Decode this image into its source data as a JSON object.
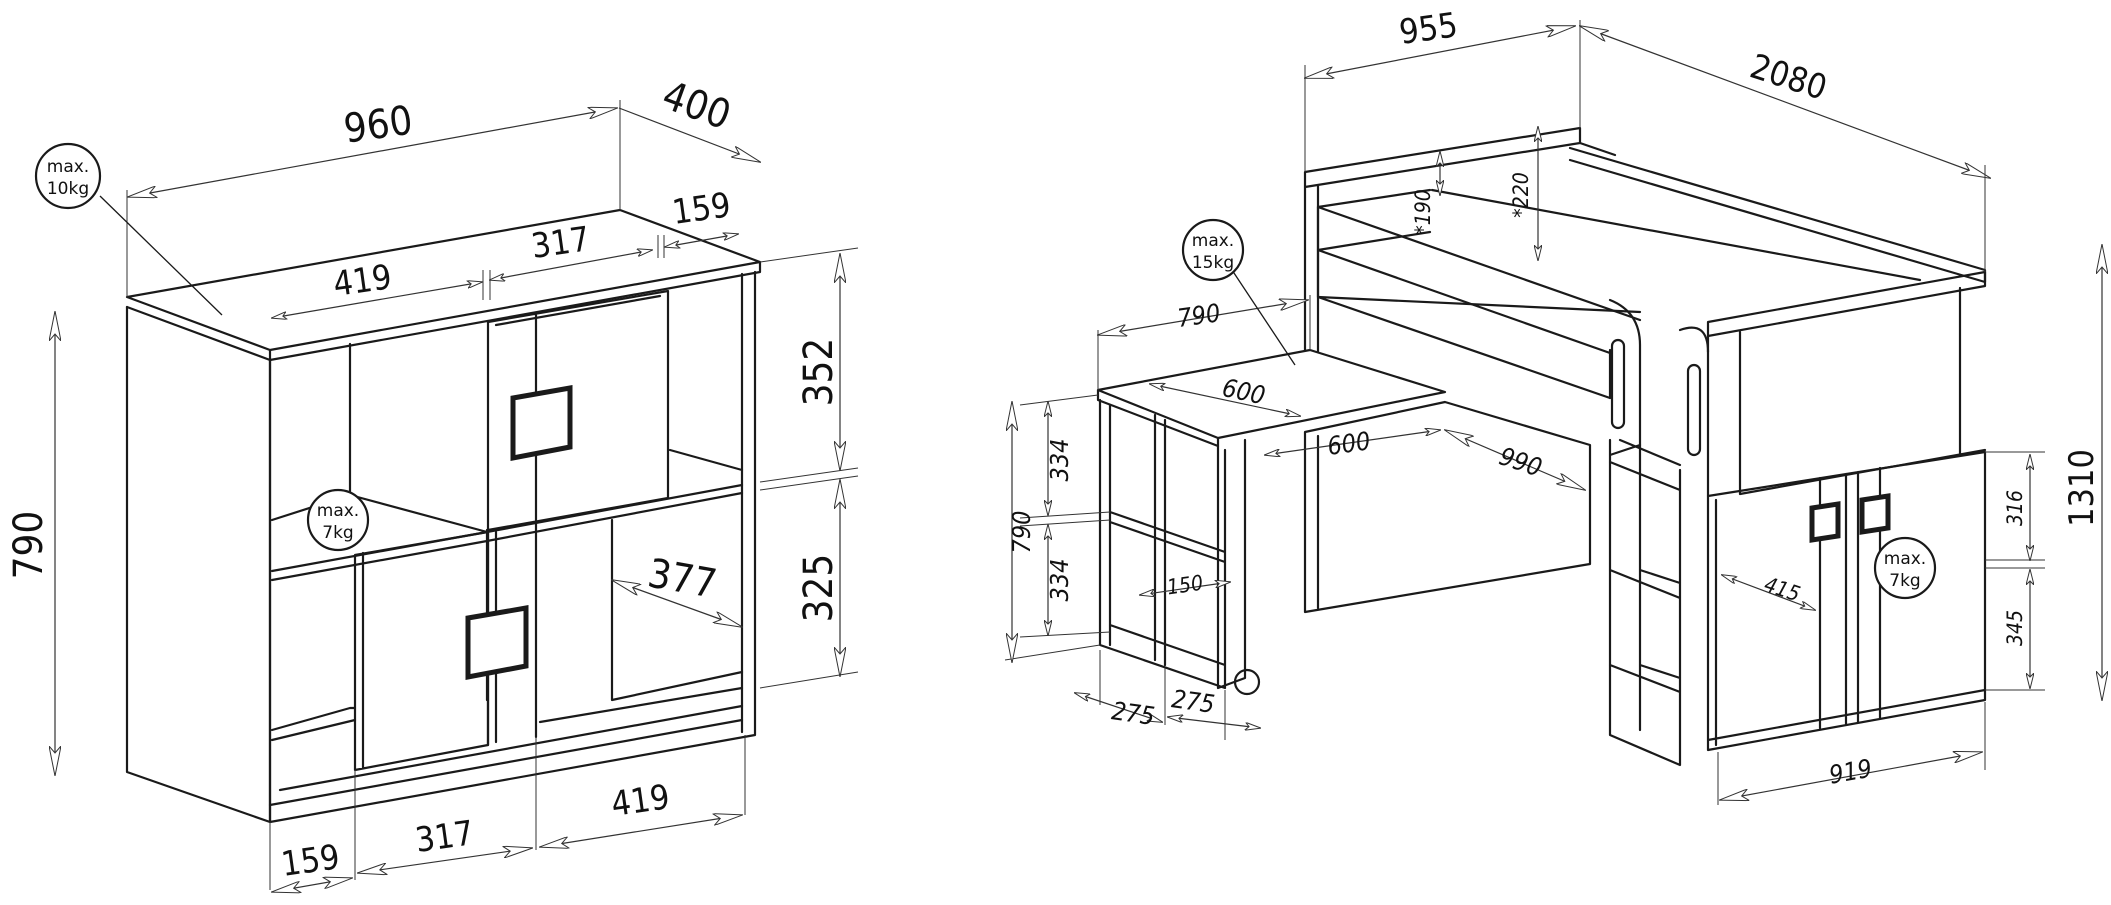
{
  "dresser": {
    "width": "960",
    "depth": "400",
    "height": "790",
    "inner_left": "419",
    "inner_center": "317",
    "inner_right": "159",
    "upper_height": "352",
    "lower_height": "325",
    "inner_depth": "377",
    "bottom_left": "159",
    "bottom_center": "317",
    "bottom_right": "419",
    "top_load": {
      "line1": "max.",
      "line2": "10kg"
    },
    "shelf_load": {
      "line1": "max.",
      "line2": "7kg"
    }
  },
  "bed": {
    "depth": "955",
    "length": "2080",
    "height": "1310",
    "rail_height": "*190",
    "headboard_height": "*220",
    "desk_width": "790",
    "desk_depth": "600",
    "desk_gap": "600",
    "desk_reach": "990",
    "desk_height": "790",
    "desk_cube_upper": "334",
    "desk_cube_lower": "334",
    "desk_cube_depth": "150",
    "desk_cube_w1": "275",
    "desk_cube_w2": "275",
    "cabinet_upper": "316",
    "cabinet_lower": "345",
    "cabinet_depth": "415",
    "cabinet_width": "919",
    "desk_load": {
      "line1": "max.",
      "line2": "15kg"
    },
    "cabinet_load": {
      "line1": "max.",
      "line2": "7kg"
    }
  }
}
